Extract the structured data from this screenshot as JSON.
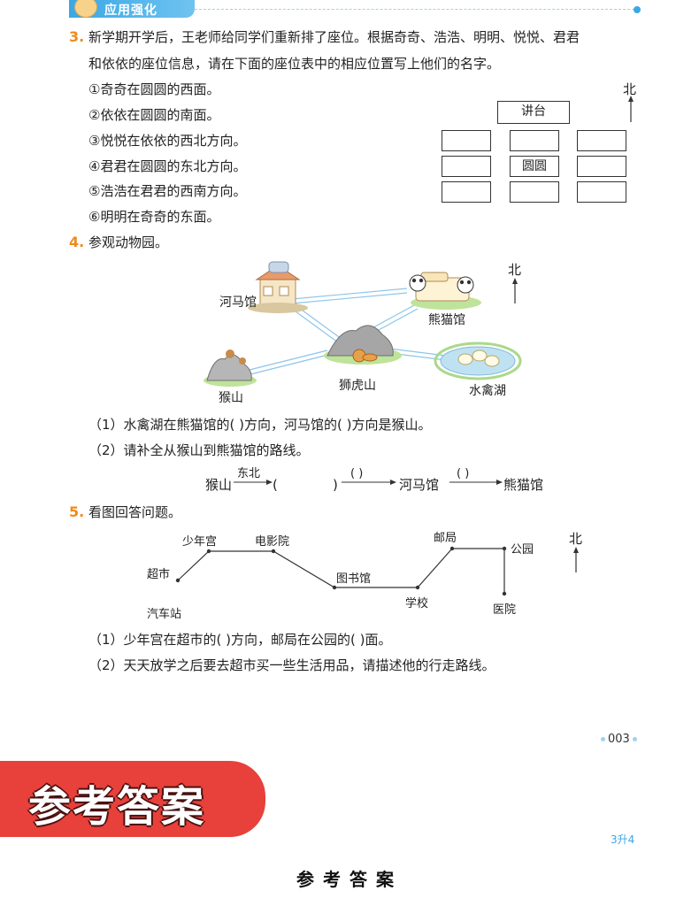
{
  "header": {
    "section_title": "应用强化"
  },
  "q3": {
    "number": "3.",
    "line1": "新学期开学后，王老师给同学们重新排了座位。根据奇奇、浩浩、明明、悦悦、君君",
    "line2": "和依依的座位信息，请在下面的座位表中的相应位置写上他们的名字。",
    "clues": [
      "①奇奇在圆圆的西面。",
      "②依依在圆圆的南面。",
      "③悦悦在依依的西北方向。",
      "④君君在圆圆的东北方向。",
      "⑤浩浩在君君的西南方向。",
      "⑥明明在奇奇的东面。"
    ],
    "north": "北",
    "podium": "讲台",
    "seat_center": "圆圆"
  },
  "q4": {
    "number": "4.",
    "title": "参观动物园。",
    "north": "北",
    "places": {
      "hippo": "河马馆",
      "panda": "熊猫馆",
      "lion": "狮虎山",
      "monkey": "猴山",
      "bird": "水禽湖",
      "panda_sign": "熊猫馆"
    },
    "sub1": "（1）水禽湖在熊猫馆的(        )方向，河马馆的(        )方向是猴山。",
    "sub2": "（2）请补全从猴山到熊猫馆的路线。",
    "route": {
      "start": "猴山",
      "dir1": "东北",
      "paren1": "(",
      "paren1_close": ")",
      "blank2": "(      )",
      "mid": "河马馆",
      "blank3": "(      )",
      "end": "熊猫馆"
    }
  },
  "q5": {
    "number": "5.",
    "title": "看图回答问题。",
    "north": "北",
    "places": {
      "station": "汽车站",
      "market": "超市",
      "palace": "少年宫",
      "cinema": "电影院",
      "library": "图书馆",
      "school": "学校",
      "post": "邮局",
      "park": "公园",
      "hospital": "医院"
    },
    "sub1": "（1）少年宫在超市的(        )方向，邮局在公园的(        )面。",
    "sub2": "（2）天天放学之后要去超市买一些生活用品，请描述他的行走路线。"
  },
  "page_number": "003",
  "answer_banner": "参考答案",
  "grade_tag": "3升4",
  "bottom_title": "参考答案",
  "colors": {
    "accent_blue": "#3ba7e5",
    "question_orange": "#f08a1c",
    "banner_red": "#e8403a"
  }
}
